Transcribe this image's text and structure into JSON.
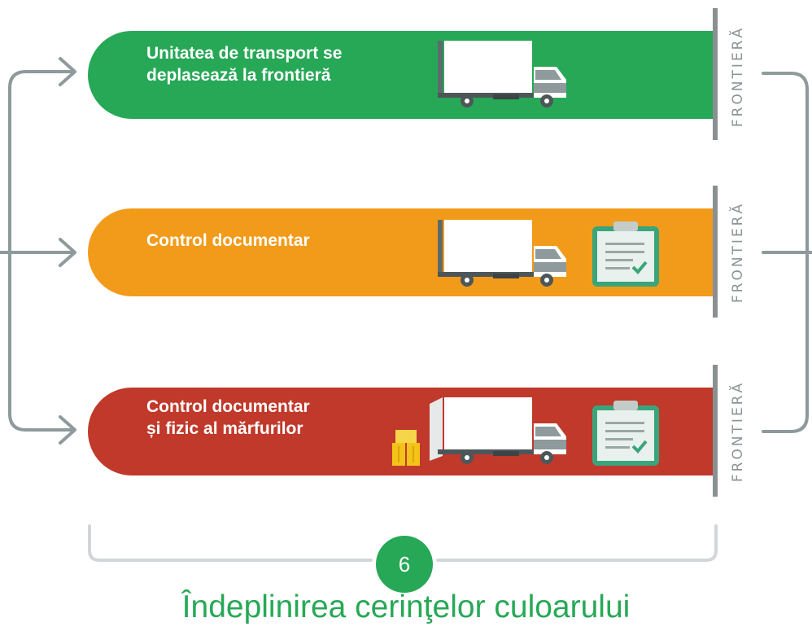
{
  "colors": {
    "green": "#27a856",
    "orange": "#f29b1a",
    "red": "#c0392b",
    "connector": "#8e9a9c",
    "bracket": "#d2d6d8",
    "step_circle": "#27a856",
    "footer_text": "#27a856"
  },
  "lanes": [
    {
      "label": "Unitatea de transport se\ndeplasează la frontieră",
      "color": "green",
      "icons": [
        "truck-icon"
      ]
    },
    {
      "label": "Control documentar",
      "color": "orange",
      "icons": [
        "truck-icon",
        "clipboard-icon"
      ]
    },
    {
      "label": "Control documentar\nși fizic al mărfurilor",
      "color": "red",
      "icons": [
        "boxes-icon",
        "open-truck-icon",
        "clipboard-icon"
      ]
    }
  ],
  "border_label": "FRONTIERĂ",
  "footer": {
    "step_number": "6",
    "title": "Îndeplinirea cerinţelor culoarului"
  }
}
